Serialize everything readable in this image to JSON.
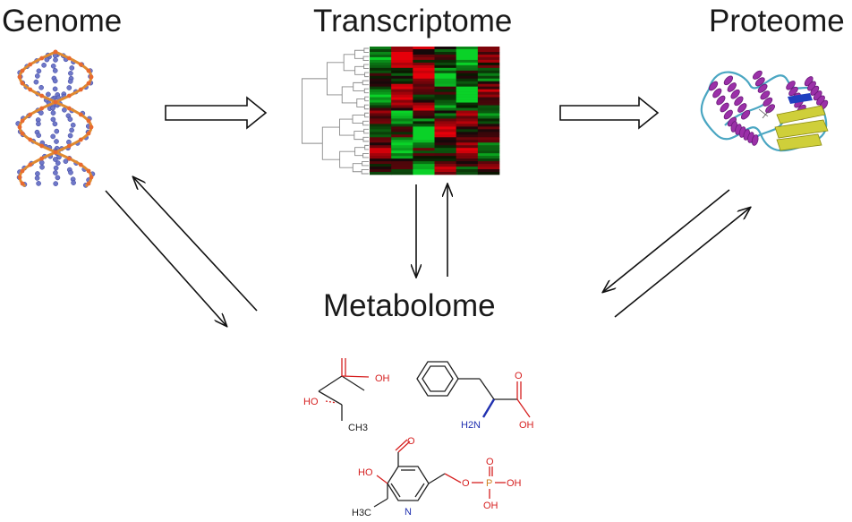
{
  "diagram": {
    "nodes": {
      "genome": "Genome",
      "transcriptome": "Transcriptome",
      "proteome": "Proteome",
      "metabolome": "Metabolome"
    },
    "edges": [
      {
        "from": "genome",
        "to": "transcriptome",
        "style": "hollow-block-arrow"
      },
      {
        "from": "transcriptome",
        "to": "proteome",
        "style": "hollow-block-arrow"
      },
      {
        "from": "transcriptome",
        "to": "metabolome",
        "style": "line-arrow"
      },
      {
        "from": "metabolome",
        "to": "transcriptome",
        "style": "line-arrow"
      },
      {
        "from": "genome",
        "to": "metabolome",
        "style": "line-arrow"
      },
      {
        "from": "metabolome",
        "to": "genome",
        "style": "line-arrow"
      },
      {
        "from": "proteome",
        "to": "metabolome",
        "style": "line-arrow"
      },
      {
        "from": "metabolome",
        "to": "proteome",
        "style": "line-arrow"
      }
    ],
    "images": {
      "genome": "dna-double-helix-model",
      "transcriptome": "gene-expression-heatmap-with-dendrogram",
      "proteome": "protein-ribbon-structure"
    },
    "molecules": {
      "lactic_acid": {
        "oh_top": "OH",
        "oh_left": "HO",
        "ch3": "CH3"
      },
      "phenylalanine": {
        "oh": "OH",
        "nh2": "H2N",
        "oxo": "O"
      },
      "pyridoxal_phosphate": {
        "aldehyde_o": "O",
        "oh": "HO",
        "ch3": "H3C",
        "n": "N",
        "p": "P",
        "po_oh1": "OH",
        "po_oh2": "OH",
        "p_o": "O",
        "ester_o": "O"
      }
    },
    "colors": {
      "oxygen": "#d62020",
      "nitrogen": "#2030b0",
      "heatmap_green": "#21c43a",
      "heatmap_red": "#d41414",
      "dna_backbone": "#e08a30",
      "dna_base": "#6f78c8",
      "helix_purple": "#9a30a8",
      "sheet_yellow": "#c8c838"
    }
  }
}
